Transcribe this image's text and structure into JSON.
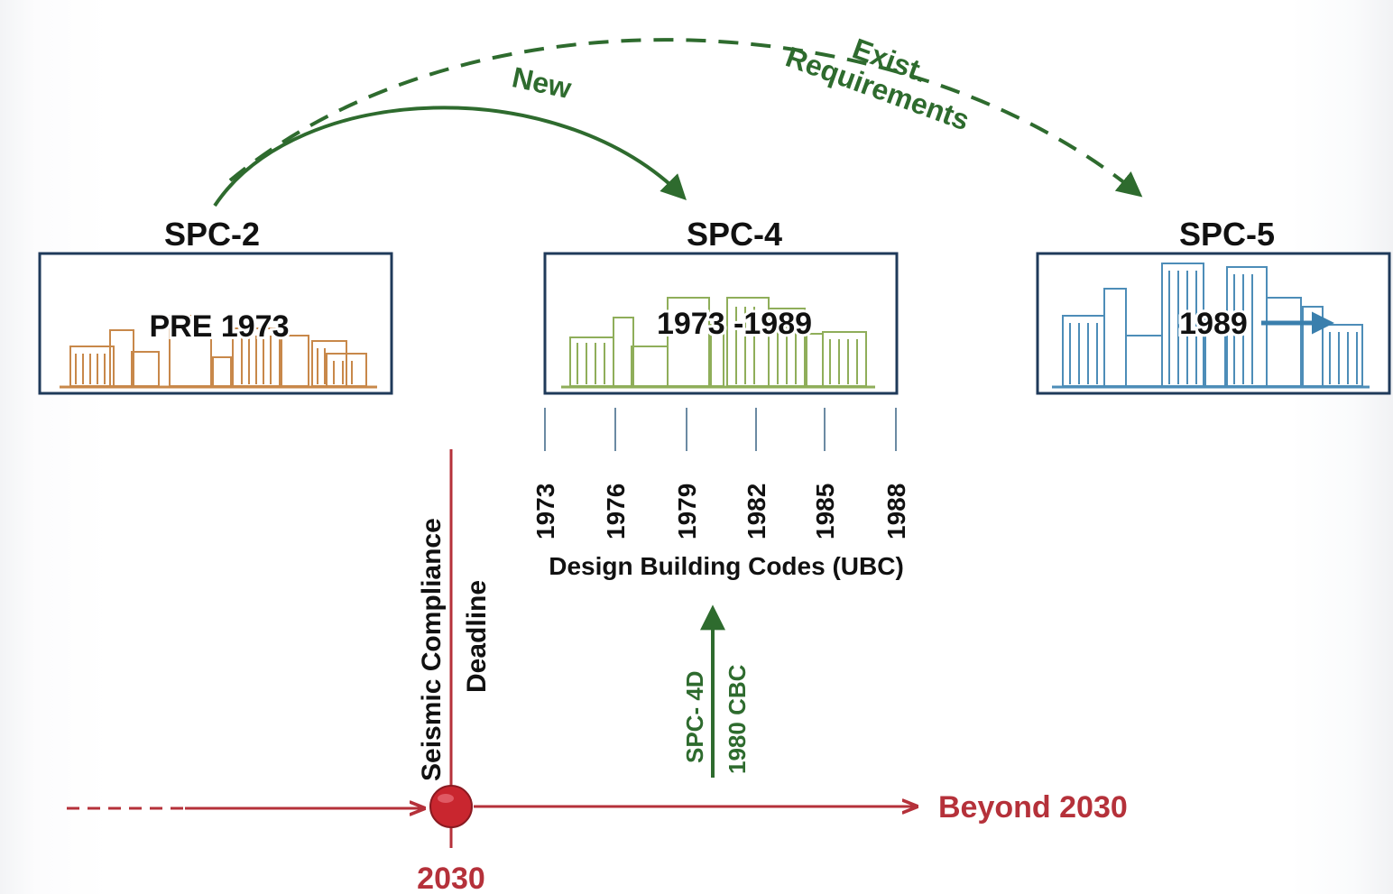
{
  "arrows": {
    "new_label": "New",
    "exist_label_line1": "Exist.",
    "exist_label_line2": "Requirements"
  },
  "boxes": [
    {
      "title": "SPC-2",
      "label": "PRE 1973",
      "color": "#c8884a"
    },
    {
      "title": "SPC-4",
      "label": "1973 -1989",
      "color": "#8fae5a"
    },
    {
      "title": "SPC-5",
      "label": "1989",
      "color": "#4d8db8"
    }
  ],
  "code_years": [
    "1973",
    "1976",
    "1979",
    "1982",
    "1985",
    "1988"
  ],
  "codes_label": "Design Building Codes (UBC)",
  "spc4d": {
    "line1": "SPC- 4D",
    "line2": "1980 CBC"
  },
  "deadline": {
    "line1": "Seismic Compliance",
    "line2": "Deadline",
    "year": "2030"
  },
  "timeline": {
    "beyond_label": "Beyond 2030"
  },
  "colors": {
    "green": "#2e6b2e",
    "red": "#b5313a",
    "box_border": "#1f3a5a",
    "tick": "#6b8aa3"
  }
}
